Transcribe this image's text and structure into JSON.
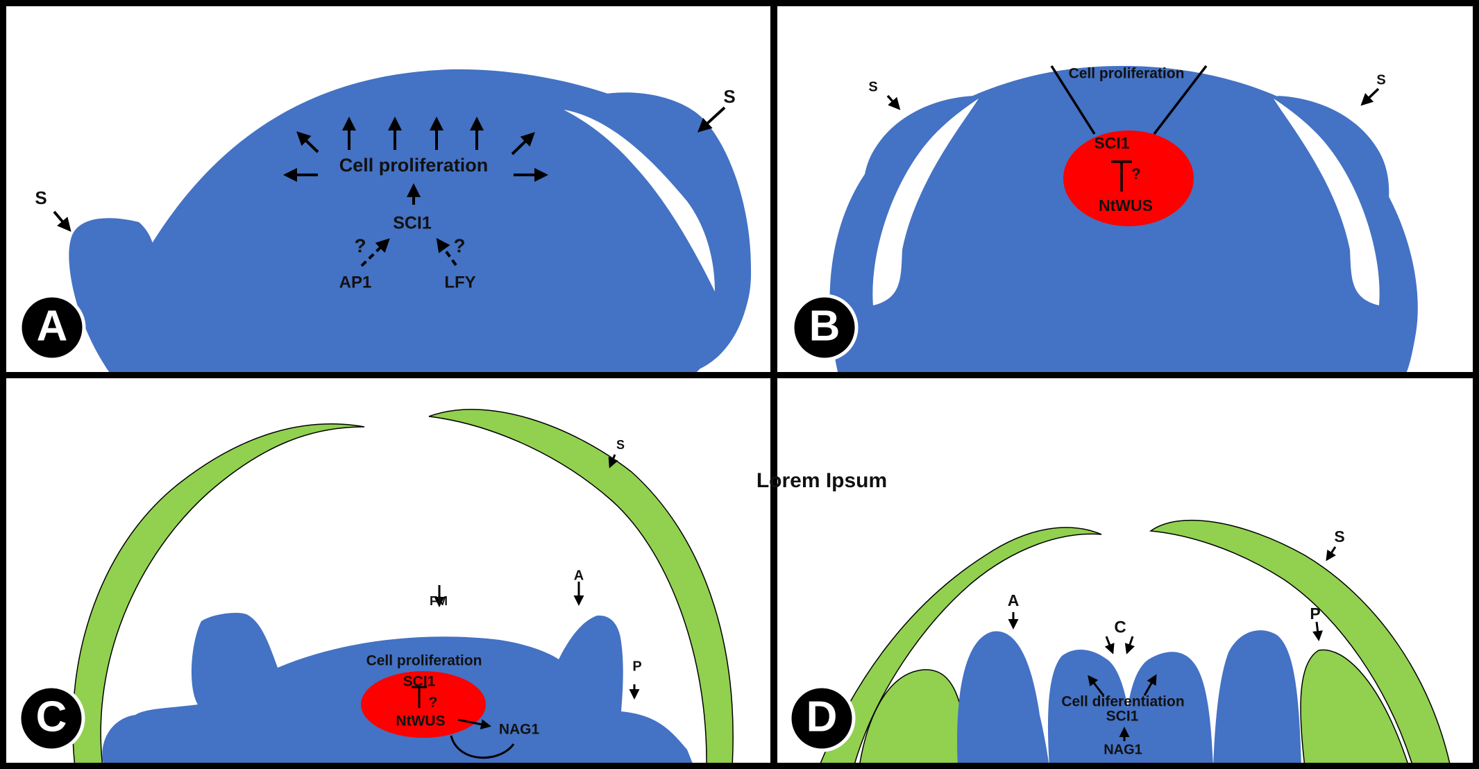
{
  "colors": {
    "meristem": "#4472C4",
    "organ": "#92D050",
    "expression": "#FF0000",
    "frame": "#000000",
    "background": "#FFFFFF"
  },
  "watermark": "Lorem Ipsum",
  "panels": {
    "a": {
      "letter": "A",
      "sepal_left": "S",
      "sepal_right": "S",
      "process": "Cell proliferation",
      "gene": "SCI1",
      "q_left": "?",
      "q_right": "?",
      "reg_left": "AP1",
      "reg_right": "LFY"
    },
    "b": {
      "letter": "B",
      "sepal_left": "S",
      "sepal_right": "S",
      "process": "Cell proliferation",
      "gene": "SCI1",
      "q": "?",
      "regulator": "NtWUS"
    },
    "c": {
      "letter": "C",
      "sepal": "S",
      "fm": "FM",
      "anther": "A",
      "petal": "P",
      "process": "Cell proliferation",
      "gene": "SCI1",
      "q": "?",
      "regulator": "NtWUS",
      "target": "NAG1"
    },
    "d": {
      "letter": "D",
      "sepal": "S",
      "anther": "A",
      "carpel": "C",
      "petal": "P",
      "process": "Cell diferentiation",
      "gene": "SCI1",
      "upstream": "NAG1"
    }
  }
}
